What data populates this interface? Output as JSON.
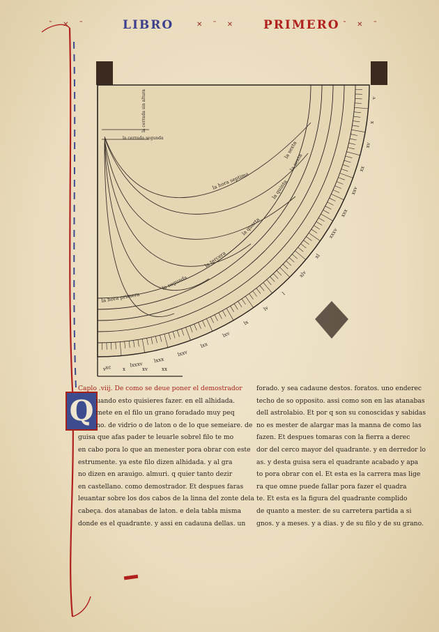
{
  "running_head": {
    "left": "LIBRO",
    "right": "PRIMERO"
  },
  "figure": {
    "inner_labels": [
      "la cerrada sin altura",
      "la cerrada segunda"
    ],
    "hour_lines": [
      "la hora primera",
      "la segunda",
      "la tercera",
      "la quarta",
      "la quinta",
      "la sexta"
    ],
    "top_labels": [
      "la hora septima",
      "la sexta"
    ],
    "scale_numerals": [
      "v",
      "x",
      "xv",
      "xx",
      "xxv",
      "xxx",
      "xxxv",
      "xl",
      "xlv",
      "l",
      "lv",
      "lx",
      "lxv",
      "lxx",
      "lxxv",
      "lxxx",
      "lxxxv",
      "xc"
    ],
    "bottom_numerals": [
      "v",
      "x",
      "xv",
      "xx"
    ]
  },
  "initial_letter": "Q",
  "left_column": [
    "Caplo .viij. De como se deue poner el demostrador",
    "uando esto quisieres fazer. en ell alhidada.",
    "mete en el filo un grano foradado muy peq",
    "no. de vidrio o de laton o de lo que semeiare. de",
    "guisa que afas pader te leuarle sobrel filo te mo",
    "en cabo pora lo que an menester pora obrar con este",
    "estrumente. ya este filo dizen alhidada. y al gra",
    "no dizen en arauigo. almuri. q quier tanto dezir",
    "en castellano. como demostrador. Et despues faras",
    "leuantar sobre los dos cabos de la linna del zonte dela",
    "cabeça. dos atanabas de laton. e dela tabla misma",
    "donde es el quadrante. y assi en cadauna dellas. un"
  ],
  "right_column": [
    "forado. y sea cadaune destos. foratos. uno enderec",
    "techo de so opposito. assi como son en las atanabas",
    "dell astrolabio. Et por q son su conoscidas y sabidas",
    "no es mester de alargar mas la manna de como las",
    "fazen. Et despues tomaras con la fierra a derec",
    "dor del cerco mayor del quadrante. y en derredor lo",
    "as. y desta guisa sera el quadrante acabado y apa",
    "to pora obrar con el. Et esta es la carrera mas lige",
    "ra que omne puede fallar pora fazer el quadra",
    "te. Et esta es la figura del quadrante complido",
    "de quanto a mester. de su carretera partida a si",
    "gnos. y a meses. y a dias. y de su filo y de su grano."
  ],
  "colors": {
    "ink": "#2a2320",
    "rubric": "#a8221c",
    "blue": "#3d4c8f",
    "parchment": "#ece1c6"
  }
}
